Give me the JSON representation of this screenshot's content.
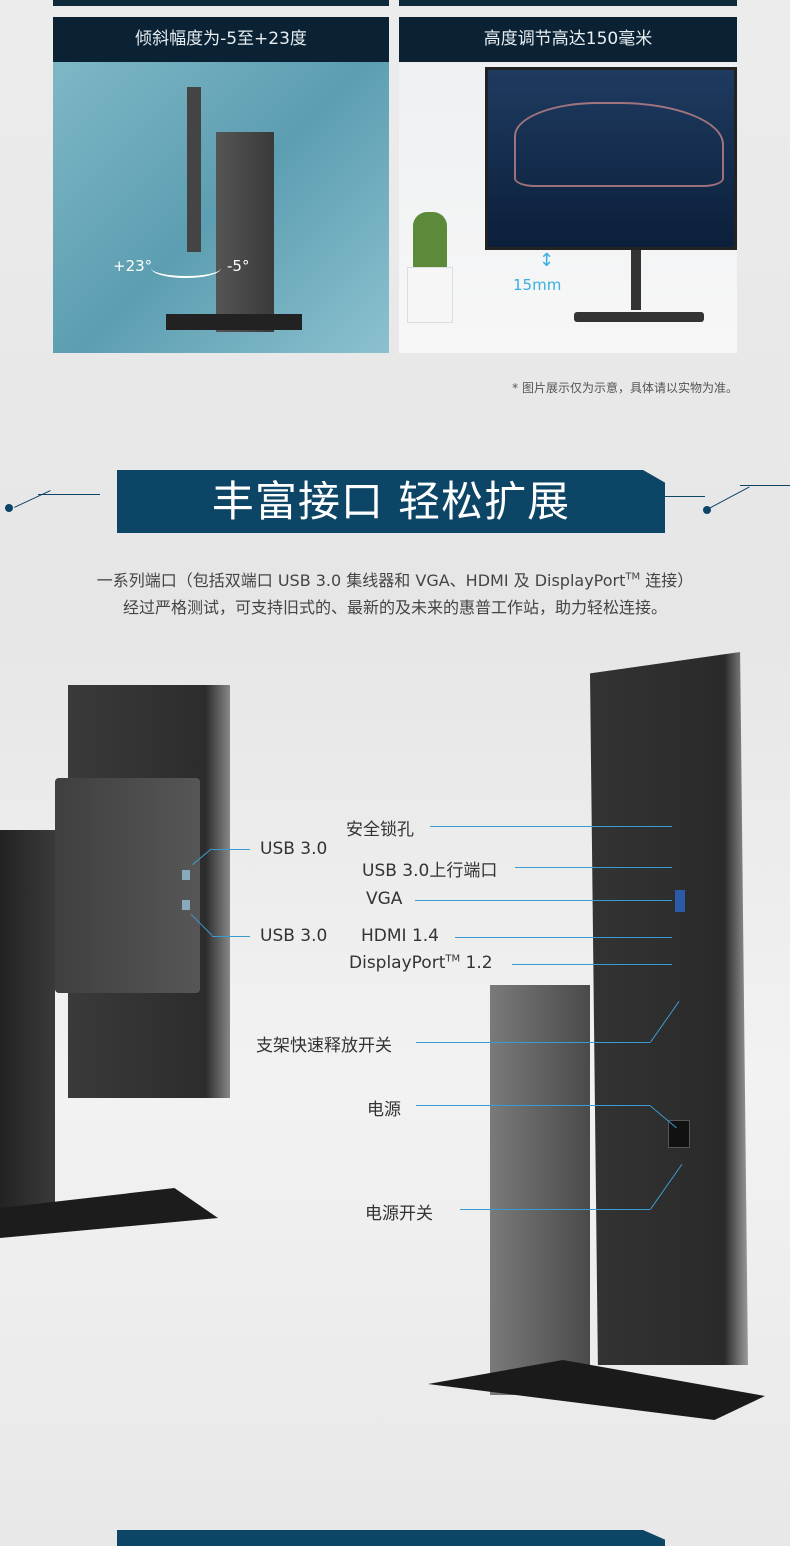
{
  "tilt_panel": {
    "title": "倾斜幅度为-5至+23度",
    "angle_plus": "+23°",
    "angle_minus": "-5°"
  },
  "height_panel": {
    "title": "高度调节高达150毫米",
    "measure": "15mm"
  },
  "footnote": "* 图片展示仅为示意，具体请以实物为准。",
  "section": {
    "title": "丰富接口 轻松扩展",
    "desc_line1": "一系列端口（包括双端口 USB 3.0 集线器和 VGA、HDMI 及 DisplayPort",
    "desc_tm": "TM",
    "desc_line1_end": " 连接）",
    "desc_line2": "经过严格测试，可支持旧式的、最新的及未来的惠普工作站，助力轻松连接。"
  },
  "ports": {
    "lock": "安全锁孔",
    "usb_left_top": "USB 3.0",
    "usb_upstream": "USB 3.0上行端口",
    "vga": "VGA",
    "usb_left_bottom": "USB 3.0",
    "hdmi": "HDMI 1.4",
    "dp": "DisplayPort",
    "dp_tm": "TM",
    "dp_ver": " 1.2",
    "stand_release": "支架快速释放开关",
    "power": "电源",
    "power_switch": "电源开关"
  },
  "colors": {
    "banner": "#0d4567",
    "leader_line": "#3b9bd0"
  }
}
